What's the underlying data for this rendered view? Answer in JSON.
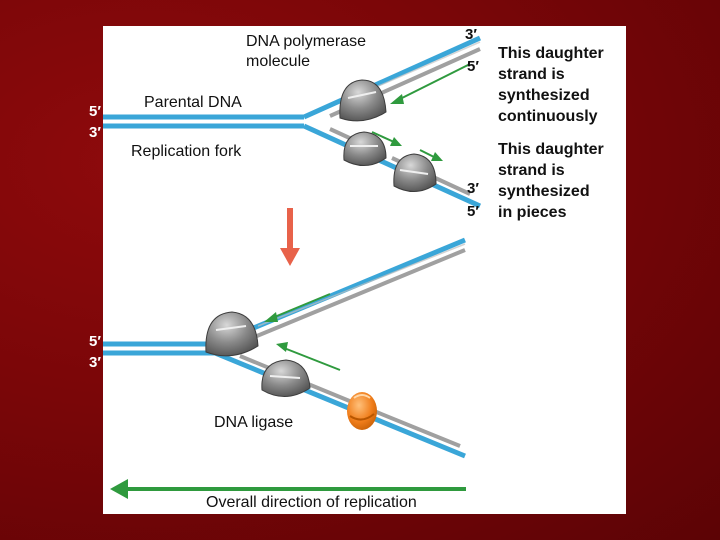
{
  "labels": {
    "polymerase": "DNA polymerase molecule",
    "parental": "Parental DNA",
    "fork": "Replication fork",
    "ligase": "DNA ligase",
    "overall": "Overall direction of replication"
  },
  "captions": {
    "continuous": [
      "This daughter",
      "strand is",
      "synthesized",
      "continuously"
    ],
    "pieces": [
      "This daughter",
      "strand is",
      "synthesized",
      "in pieces"
    ]
  },
  "ends": {
    "top_upper": "3′",
    "top_lower": "5′",
    "left_upper": "5′",
    "left_lower": "3′",
    "mid_upper": "3′",
    "mid_lower": "5′",
    "bottom_left_upper": "5′",
    "bottom_left_lower": "3′"
  },
  "colors": {
    "background": "#7a0608",
    "panel": "#ffffff",
    "parental_strand": "#3aa6d8",
    "new_strand": "#9a9a9a",
    "polymerase": "#8a8a8a",
    "ligase": "#f07d1a",
    "arrow_green": "#2f9a3e",
    "arrow_down": "#e8624a"
  }
}
